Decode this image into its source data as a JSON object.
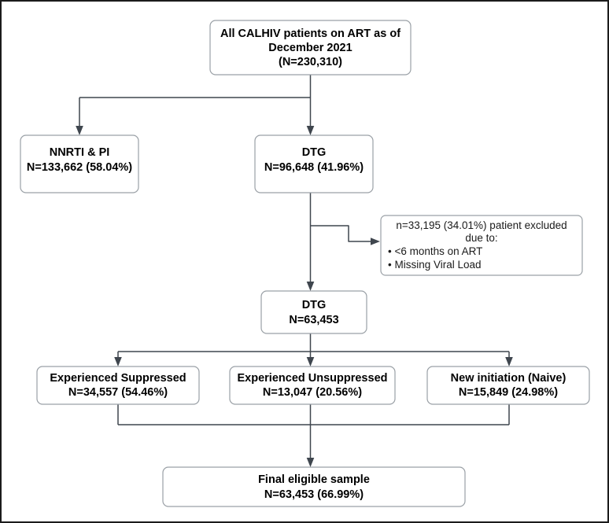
{
  "figure": {
    "type": "flowchart",
    "title": "CALHIV ART cohort participant selection flow",
    "border_color": "#1b1b1b",
    "box_stroke_color": "#9aa0a6",
    "edge_color": "#3f464e"
  },
  "nodes": {
    "cohort": {
      "line1": "All CALHIV patients on ART as of",
      "line2": "December 2021",
      "line3": "(N=230,310)"
    },
    "nnrti_pi": {
      "line1": "NNRTI & PI",
      "line2": "N=133,662 (58.04%)"
    },
    "dtg_all": {
      "line1": "DTG",
      "line2": "N=96,648 (41.96%)"
    },
    "excluded": {
      "line1": "n=33,195 (34.01%) patient excluded",
      "line2": "due to:",
      "bullet1": "• <6 months on ART",
      "bullet2": "• Missing Viral Load"
    },
    "dtg_included": {
      "line1": "DTG",
      "line2": "N=63,453"
    },
    "exp_suppressed": {
      "line1": "Experienced Suppressed",
      "line2": "N=34,557 (54.46%)"
    },
    "exp_unsuppressed": {
      "line1": "Experienced Unsuppressed",
      "line2": "N=13,047 (20.56%)"
    },
    "new_initiation": {
      "line1": "New initiation (Naive)",
      "line2": "N=15,849 (24.98%)"
    },
    "final_sample": {
      "line1": "Final eligible sample",
      "line2": "N=63,453 (66.99%)"
    }
  }
}
